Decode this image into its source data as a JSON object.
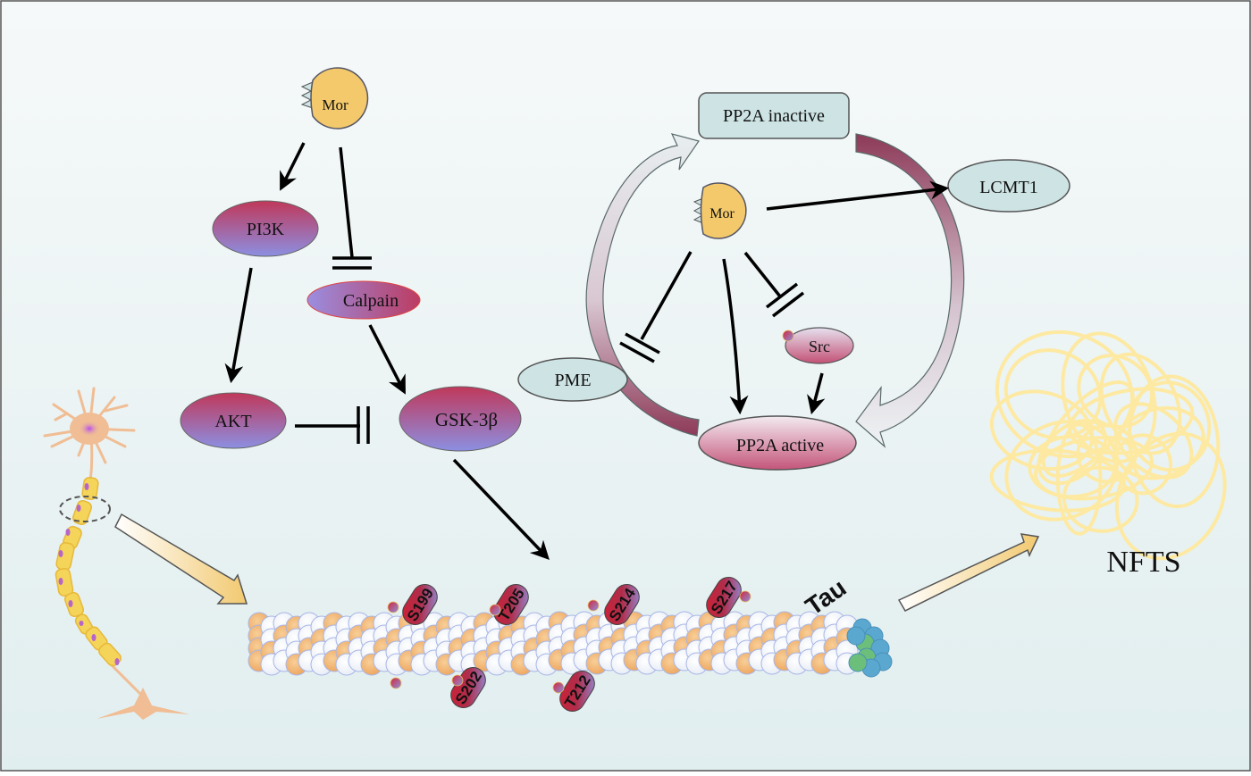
{
  "nodes": {
    "mor_left": "Mor",
    "pi3k": "PI3K",
    "calpain": "Calpain",
    "akt": "AKT",
    "gsk3b": "GSK-3β",
    "pp2a_inactive": "PP2A inactive",
    "lcmt1": "LCMT1",
    "mor_right": "Mor",
    "pme": "PME",
    "src": "Src",
    "pp2a_active": "PP2A active",
    "nfts": "NFTS",
    "tau": "Tau"
  },
  "phospho_sites": {
    "top": [
      "S199",
      "T205",
      "S214",
      "S217"
    ],
    "bottom": [
      "S202",
      "T212"
    ]
  },
  "colors": {
    "background_top": "#f5f8f8",
    "background_bottom": "#e2eff0",
    "mor": "#f3c96b",
    "kinase_top": "#c0385a",
    "kinase_bottom": "#8f8fe0",
    "pp2a_box": "#cde3e4",
    "cycle_band": "#8f3a57",
    "tangle": "#fde9a2",
    "tubulin_orange": "#f4b978",
    "tubulin_white": "#ffffff",
    "tubulin_blue": "#5aa8d0",
    "tubulin_green": "#6cbf7a"
  }
}
